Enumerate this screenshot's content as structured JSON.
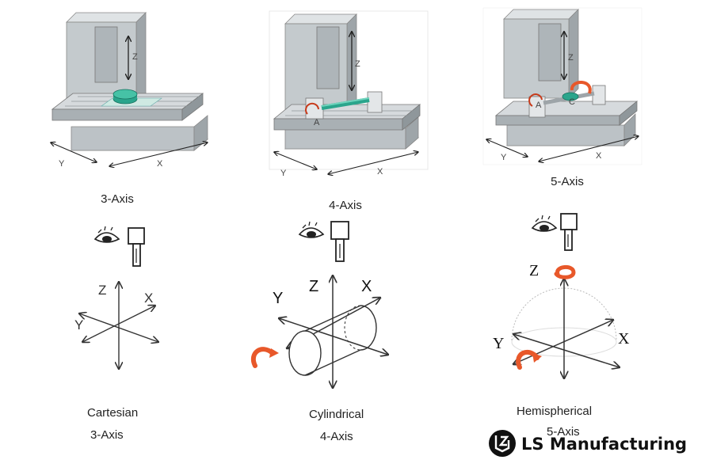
{
  "panels": [
    {
      "machine": {
        "axis_z": "Z",
        "axis_x": "X",
        "axis_y": "Y"
      },
      "title": "3-Axis",
      "coord": {
        "z": "Z",
        "x": "X",
        "y": "Y"
      },
      "caption_line1": "Cartesian",
      "caption_line2": "3-Axis"
    },
    {
      "machine": {
        "axis_z": "Z",
        "axis_x": "X",
        "axis_y": "Y",
        "axis_a": "A"
      },
      "title": "4-Axis",
      "coord": {
        "z": "Z",
        "x": "X",
        "y": "Y"
      },
      "caption_line1": "Cylindrical",
      "caption_line2": "4-Axis"
    },
    {
      "machine": {
        "axis_z": "Z",
        "axis_x": "X",
        "axis_y": "Y",
        "axis_a": "A",
        "axis_c": "C"
      },
      "title": "5-Axis",
      "coord": {
        "z": "Z",
        "x": "X",
        "y": "Y"
      },
      "caption_line1": "Hemispherical",
      "caption_line2": "5-Axis"
    }
  ],
  "logo": {
    "text": "LS Manufacturing"
  },
  "colors": {
    "rotation_arrow": "#e8582a",
    "workpiece": "#2aa58c",
    "machine_body": "#c4cacd",
    "table": "#a9b0b4"
  }
}
